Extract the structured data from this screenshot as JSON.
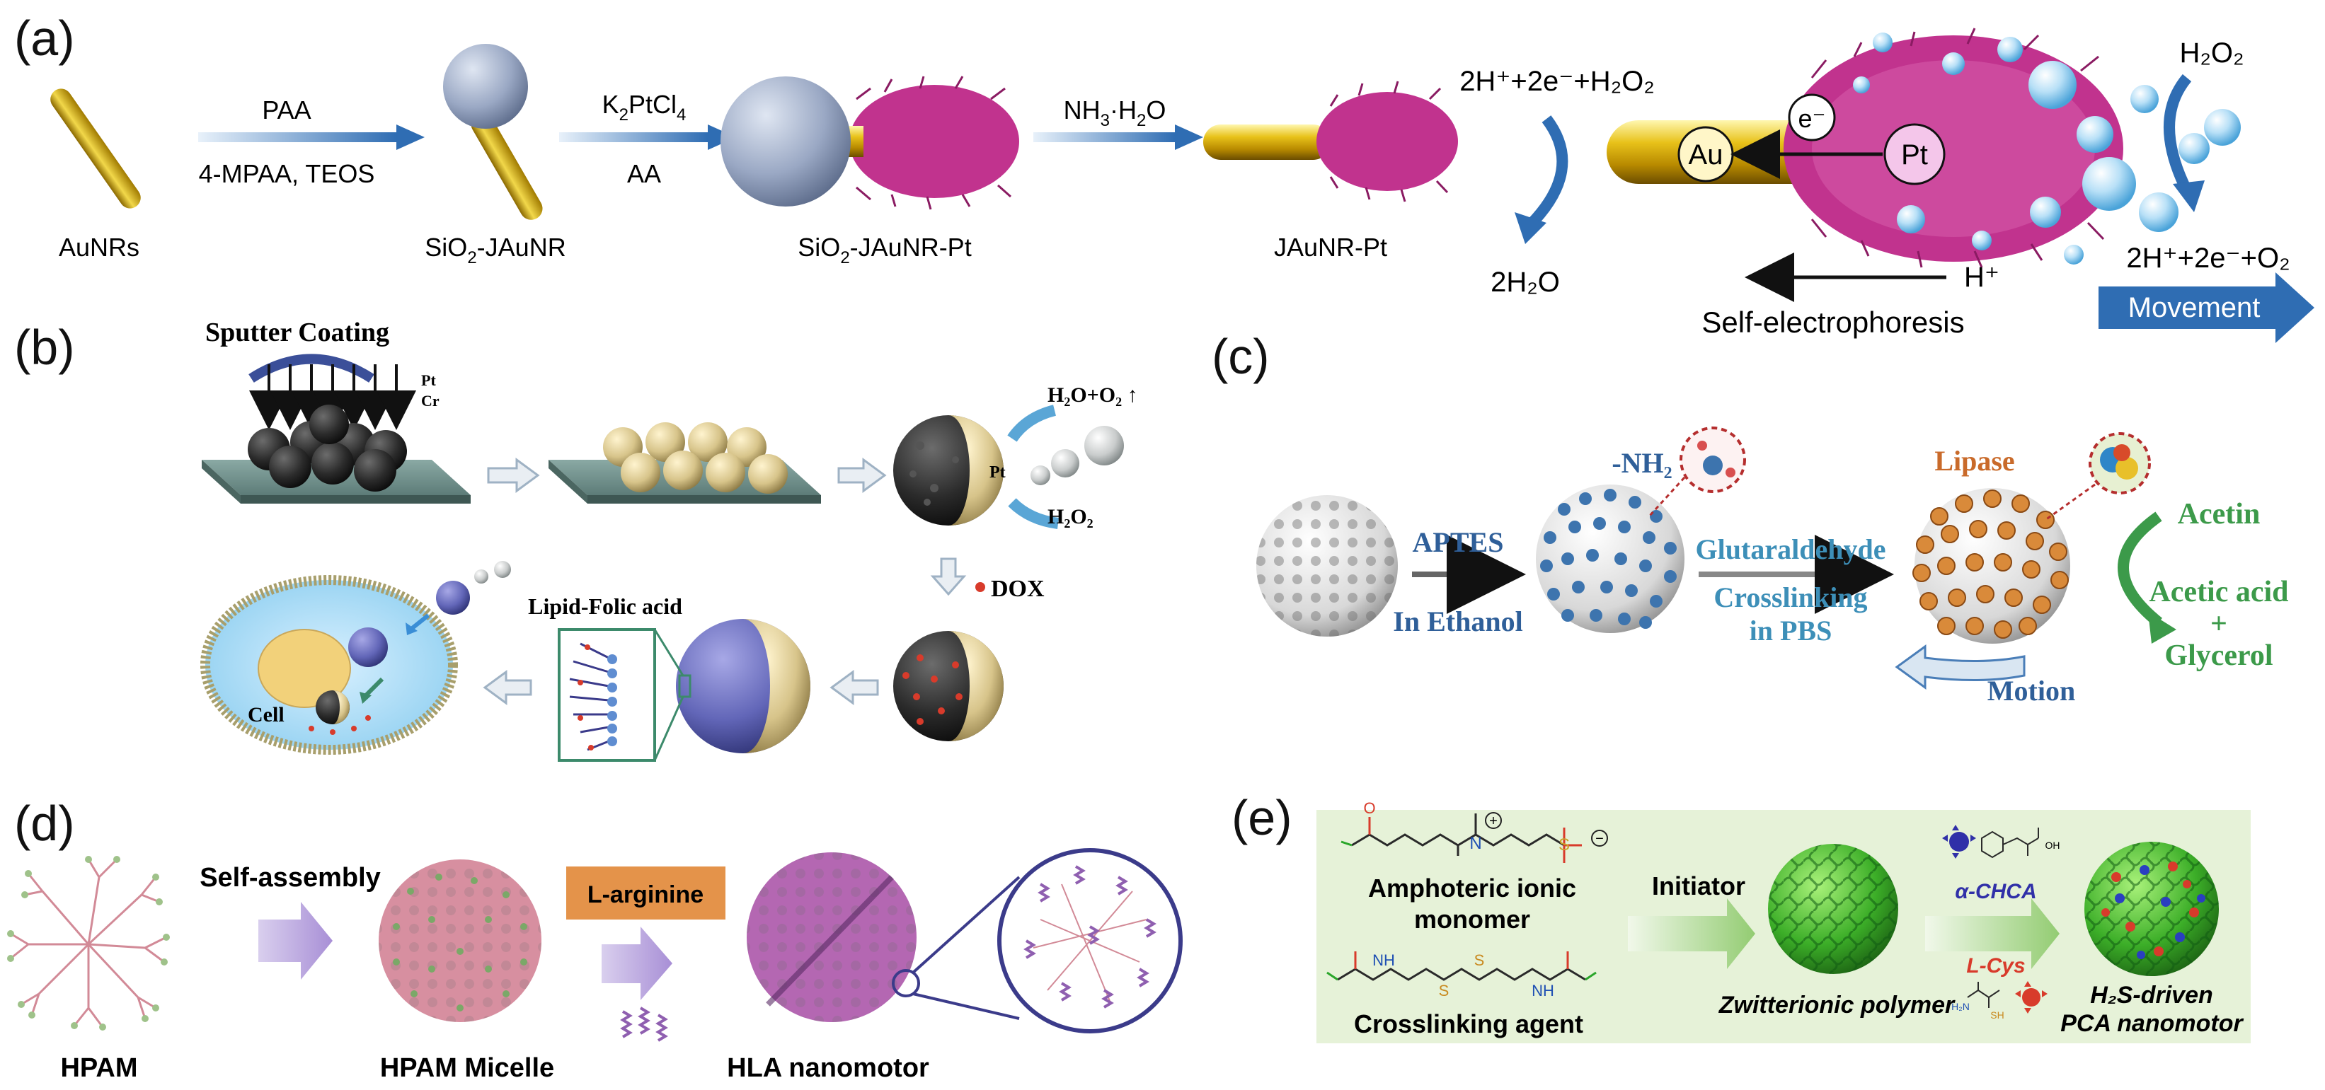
{
  "panels": {
    "a": {
      "label": "(a)",
      "step1_top": "PAA",
      "step1_bottom": "4-MPAA, TEOS",
      "step2_top_main": "K",
      "step2_top_sub1": "2",
      "step2_top_mid": "PtCl",
      "step2_top_sub2": "4",
      "step2_bottom": "AA",
      "step3_main": "NH",
      "step3_sub": "3",
      "step3_tail": "·H",
      "step3_sub2": "2",
      "step3_end": "O",
      "cap1": "AuNRs",
      "cap2_main": "SiO",
      "cap2_sub": "2",
      "cap2_tail": "-JAuNR",
      "cap3_main": "SiO",
      "cap3_sub": "2",
      "cap3_tail": "-JAuNR-Pt",
      "cap4": "JAuNR-Pt",
      "react_top": "2H⁺+2e⁻+H₂O₂",
      "react_bottom": "2H₂O",
      "au": "Au",
      "pt": "Pt",
      "electron": "e⁻",
      "h2o2_right": "H₂O₂",
      "products_right": "2H⁺+2e⁻+O₂",
      "proton": "H⁺",
      "self_electrophoresis": "Self-electrophoresis",
      "movement": "Movement"
    },
    "b": {
      "label": "(b)",
      "sputter": "Sputter Coating",
      "pt": "Pt",
      "cr": "Cr",
      "pt_side": "Pt",
      "h2o_o2": "H₂O+O₂ ↑",
      "h2o2": "H₂O₂",
      "dox": "DOX",
      "lipid": "Lipid-Folic acid",
      "cell": "Cell"
    },
    "c": {
      "label": "(c)",
      "nh2": "-NH₂",
      "aptes": "APTES",
      "in_ethanol": "In Ethanol",
      "glutaraldehyde": "Glutaraldehyde",
      "crosslinking": "Crosslinking",
      "in_pbs": "in PBS",
      "lipase": "Lipase",
      "acetin": "Acetin",
      "acetic_acid": "Acetic acid",
      "plus": "+",
      "glycerol": "Glycerol",
      "motion": "Motion"
    },
    "d": {
      "label": "(d)",
      "self_assembly": "Self-assembly",
      "l_arginine": "L-arginine",
      "hpam": "HPAM",
      "hpam_micelle": "HPAM Micelle",
      "hla": "HLA nanomotor"
    },
    "e": {
      "label": "(e)",
      "amphoteric_1": "Amphoteric ionic",
      "amphoteric_2": "monomer",
      "crosslinking_agent": "Crosslinking agent",
      "initiator": "Initiator",
      "zwitterionic": "Zwitterionic polymer",
      "alpha_chca": "α-CHCA",
      "l_cys": "L-Cys",
      "h2s_1": "H₂S-driven",
      "h2s_2": "PCA nanomotor",
      "charge_plus": "+",
      "charge_minus": "−",
      "s_atom": "S",
      "n_atom": "N",
      "o_atom": "O",
      "nh": "NH",
      "oh": "OH",
      "h2n": "H₂N",
      "sh": "SH"
    }
  }
}
